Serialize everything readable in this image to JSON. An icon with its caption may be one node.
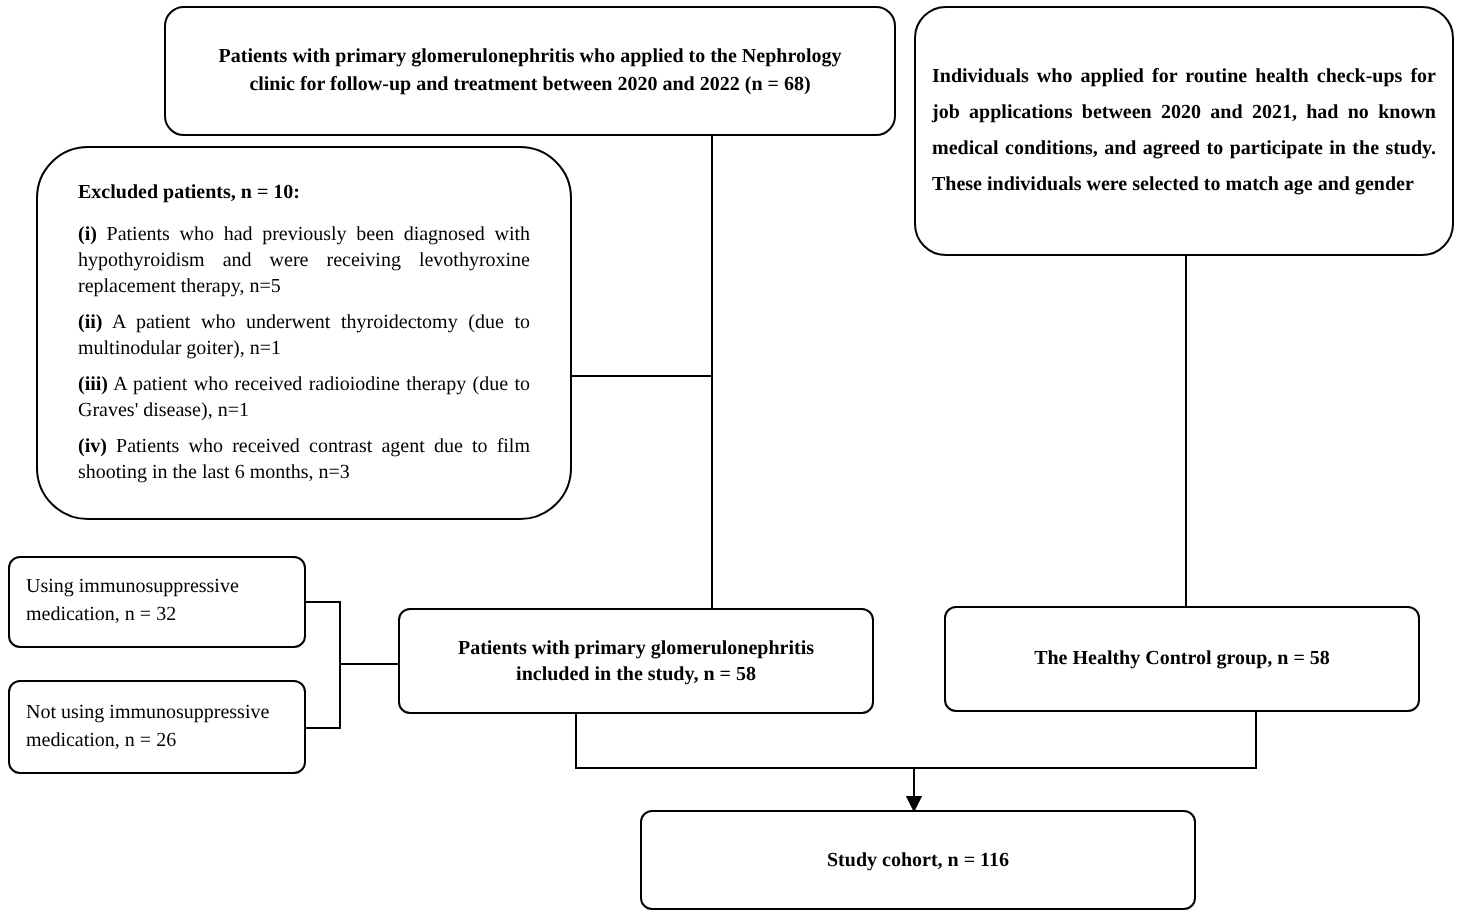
{
  "diagram": {
    "nodes": [
      {
        "text": [
          "Patients with primary glomerulonephritis who applied to the Nephrology clinic for follow-up and treatment between 2020 and 2022 (n = 68)"
        ]
      },
      {
        "text": [
          "Individuals who applied for routine health check-ups for job applications between 2020 and 2021, had no known medical conditions, and agreed to participate in the study. These individuals were selected to match age and gender"
        ]
      },
      {
        "text": [
          "Excluded patients, n = 10:",
          "**(i)** Patients who had previously been diagnosed with hypothyroidism and were receiving levothyroxine replacement therapy, n=5",
          "**(ii)** A patient who underwent thyroidectomy (due to multinodular goiter), n=1",
          "**(iii)** A patient who received radioiodine therapy (due to Graves' disease), n=1",
          "**(iv)** Patients who received contrast agent due to film shooting in the last 6 months, n=3"
        ]
      },
      {
        "text": [
          "Patients with primary glomerulonephritis included in the study, n = 58"
        ]
      },
      {
        "text": [
          "The Healthy Control group, n = 58"
        ]
      },
      {
        "text": [
          "Using immunosuppressive medication, n = 32"
        ]
      },
      {
        "text": [
          "Not using immunosuppressive medication, n = 26"
        ]
      },
      {
        "text": [
          "Study cohort, n = 116"
        ]
      }
    ],
    "edges": [
      {
        "from": 0,
        "to": 3,
        "arrow": "none"
      },
      {
        "from": 0,
        "to": 2,
        "arrow": "none"
      },
      {
        "from": 1,
        "to": 4,
        "arrow": "none"
      },
      {
        "from": 3,
        "to": 5,
        "arrow": "none"
      },
      {
        "from": 3,
        "to": 6,
        "arrow": "none"
      },
      {
        "from": 3,
        "to": 7,
        "arrow": "to"
      },
      {
        "from": 4,
        "to": 7,
        "arrow": "to"
      }
    ]
  }
}
